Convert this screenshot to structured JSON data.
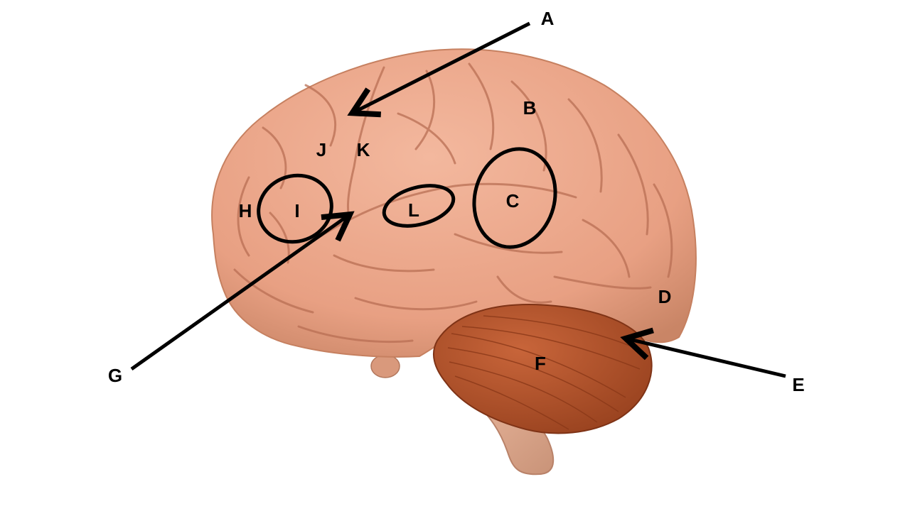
{
  "labels": {
    "a": "A",
    "b": "B",
    "c": "C",
    "d": "D",
    "e": "E",
    "f": "F",
    "g": "G",
    "h": "H",
    "i": "I",
    "j": "J",
    "k": "K",
    "l": "L"
  },
  "colors": {
    "cerebrum": "#eba488",
    "cerebrum_shadow": "#c97e62",
    "sulcus": "#b86e53",
    "cerebellum": "#b5532c",
    "cerebellum_dark": "#8e3b1c",
    "brainstem": "#d9a287",
    "outline": "#000000"
  }
}
